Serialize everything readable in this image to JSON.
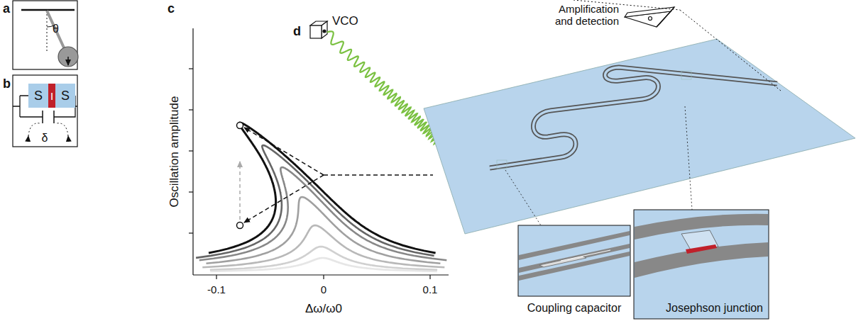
{
  "diagram": {
    "nodes": [
      {
        "text": [
          "S"
        ]
      },
      {
        "text": [
          "I"
        ]
      },
      {
        "text": [
          "S"
        ]
      },
      {
        "text": [
          "Coupling capacitor"
        ]
      },
      {
        "text": [
          "Josephson junction"
        ]
      }
    ],
    "labels": [
      "a",
      "b",
      "c",
      "d",
      "θ",
      "δ",
      "Oscillation amplitude",
      "-0.1",
      "0",
      "0.1",
      "Δω/ω0",
      "VCO",
      "Amplification and detection"
    ]
  }
}
